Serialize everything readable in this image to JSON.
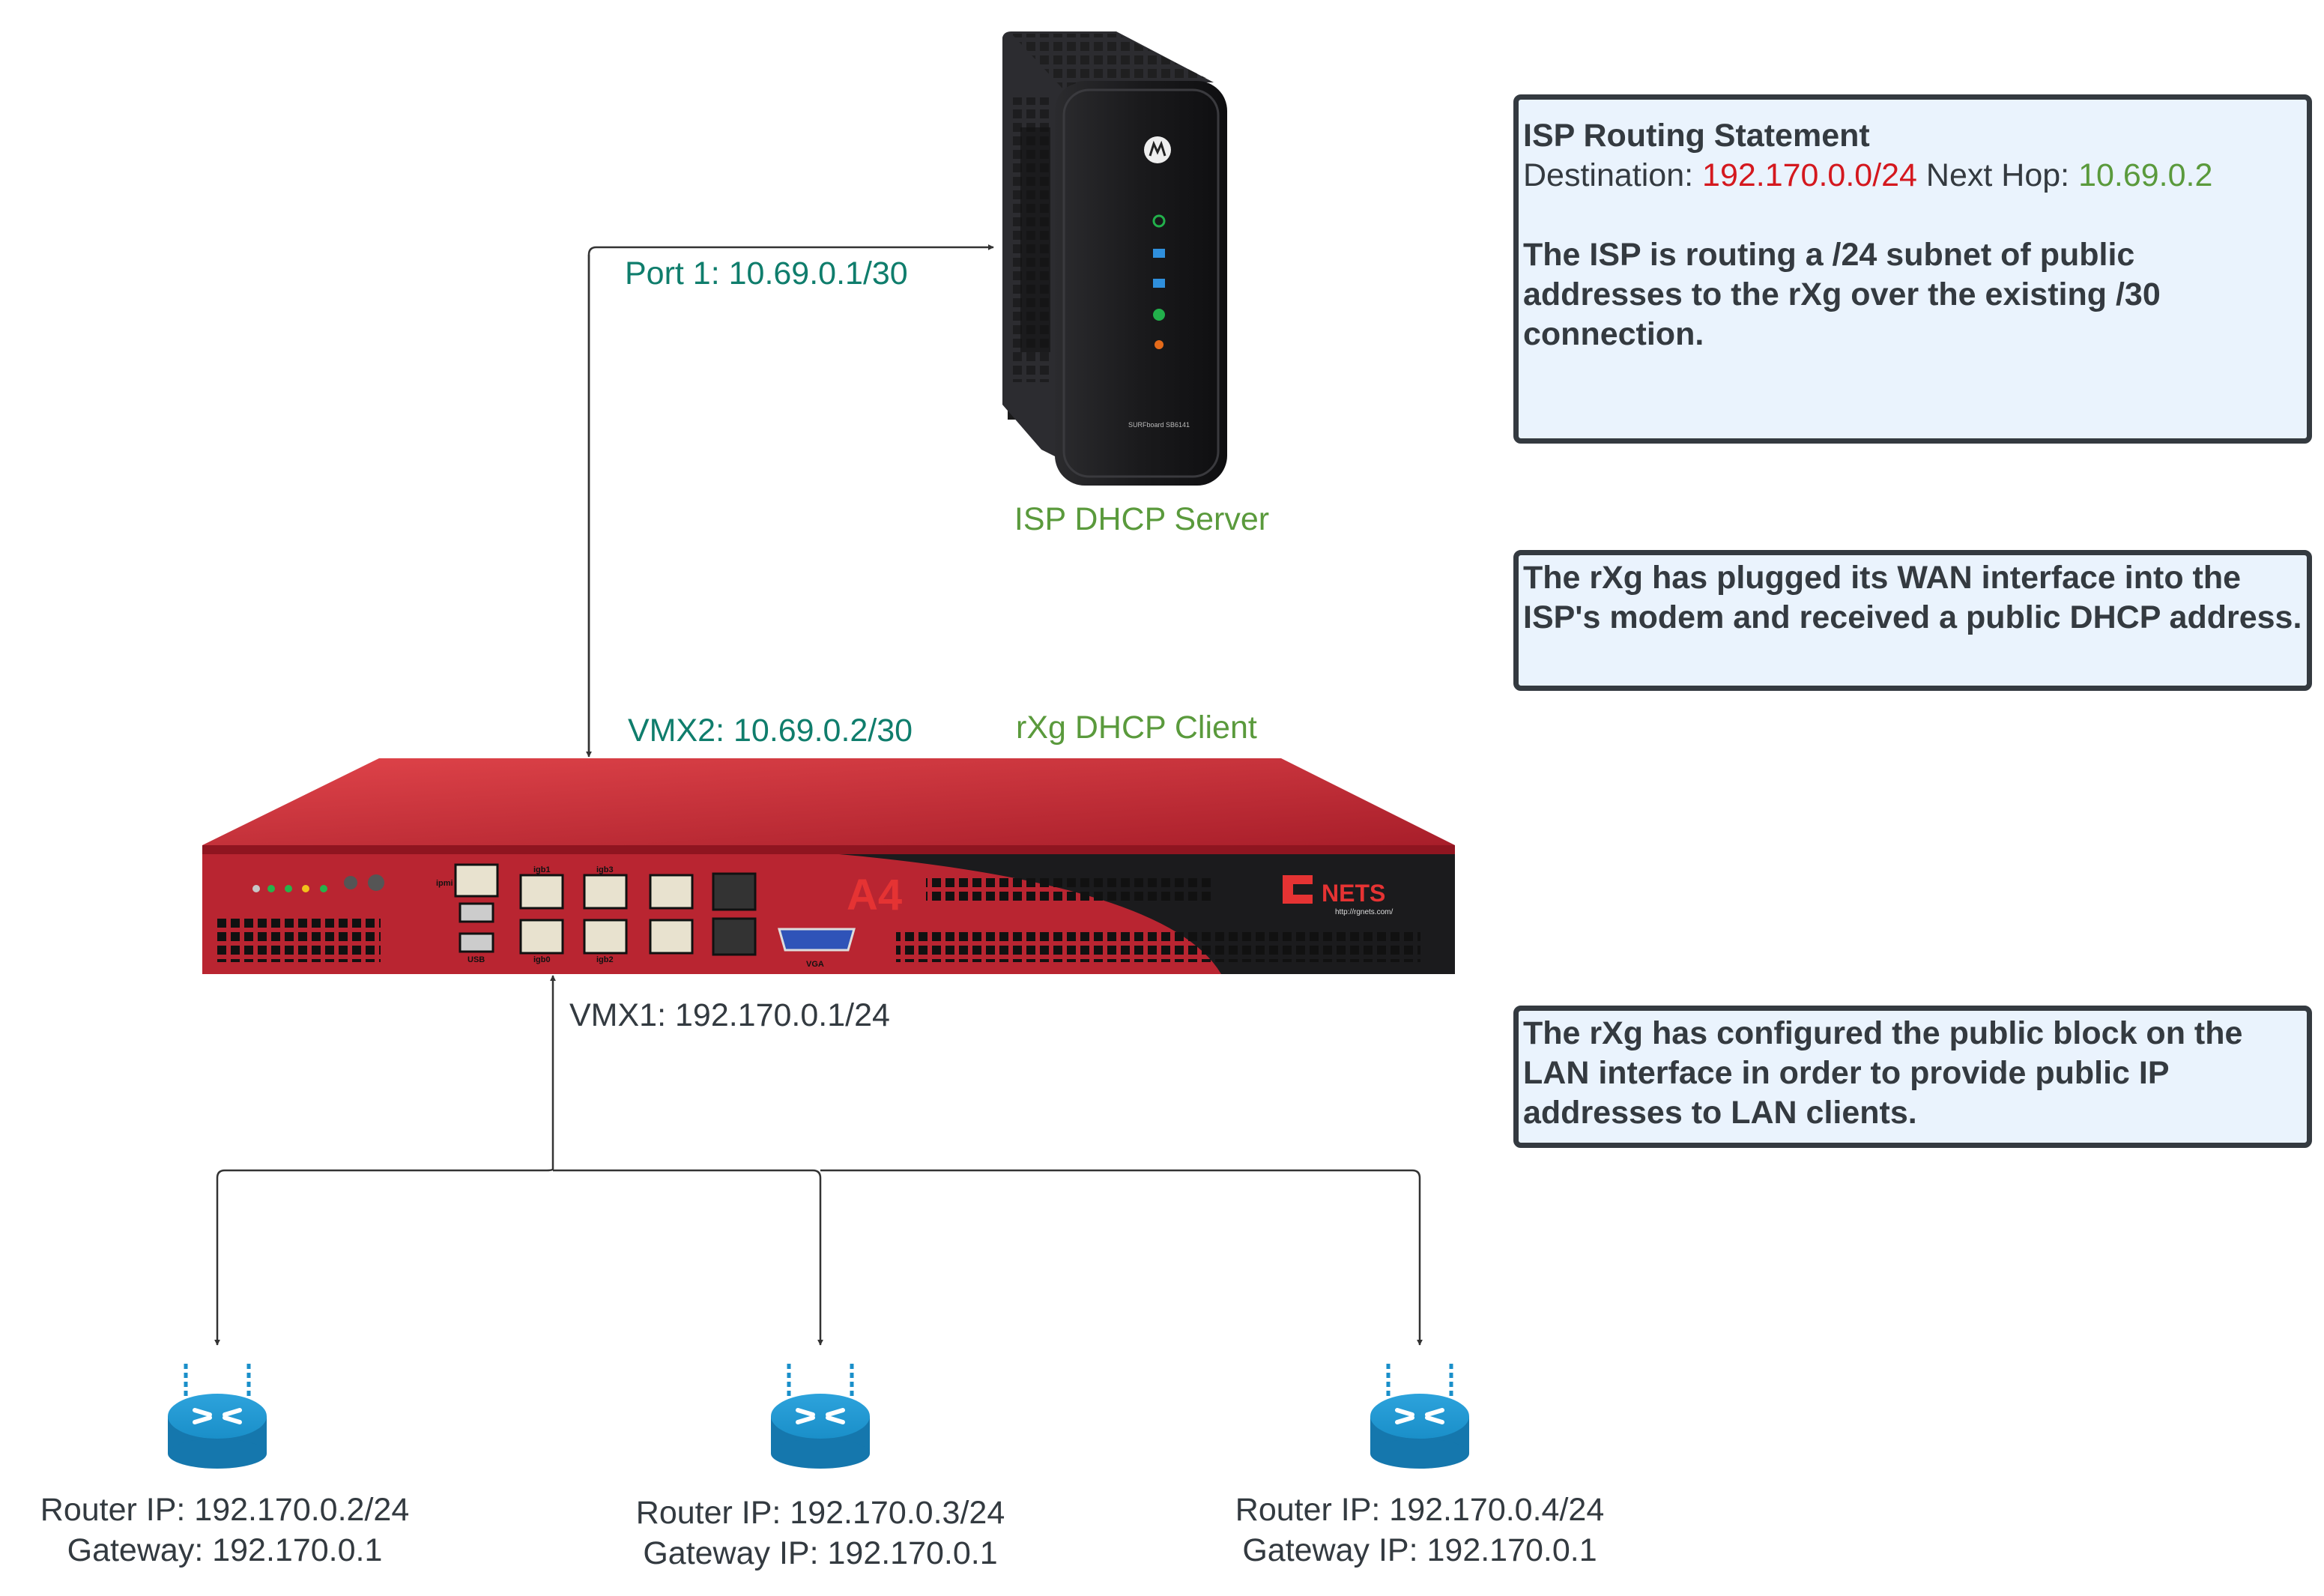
{
  "modem": {
    "label": "ISP DHCP Server",
    "brand": "SURFboard SB6141",
    "port_label": "Port 1: 10.69.0.1/30"
  },
  "rxg": {
    "label": "rXg DHCP Client",
    "wan_label": "VMX2: 10.69.0.2/30",
    "lan_label": "VMX1: 192.170.0.1/24",
    "model": "A4",
    "brand_logo": "NETS",
    "brand_url": "http://rgnets.com/",
    "port_labels": [
      "ipmi",
      "igb1",
      "igb3",
      "USB",
      "igb0",
      "igb2",
      "VGA"
    ]
  },
  "routing_box": {
    "title": "ISP Routing Statement",
    "dest_label": "Destination:",
    "dest_value": "192.170.0.0/24",
    "hop_label": "Next Hop:",
    "hop_value": "10.69.0.2",
    "description": "The ISP is routing a /24 subnet of public addresses to the rXg over the existing /30 connection."
  },
  "wan_box": {
    "text": "The rXg has plugged its WAN interface into the ISP's modem and received a public DHCP address."
  },
  "lan_box": {
    "text": "The rXg has configured the public block on the LAN interface in order to provide public IP addresses to LAN clients."
  },
  "routers": [
    {
      "ip": "Router IP: 192.170.0.2/24",
      "gateway": "Gateway: 192.170.0.1"
    },
    {
      "ip": "Router IP: 192.170.0.3/24",
      "gateway": "Gateway IP: 192.170.0.1"
    },
    {
      "ip": "Router IP: 192.170.0.4/24",
      "gateway": "Gateway IP: 192.170.0.1"
    }
  ],
  "colors": {
    "teal": "#0f7d6c",
    "green": "#5a9a3c",
    "red": "#d4181e",
    "box_fill": "#eaf3fd",
    "box_border": "#343a40",
    "appliance_red": "#b92531",
    "router_blue": "#1a8fc9"
  }
}
